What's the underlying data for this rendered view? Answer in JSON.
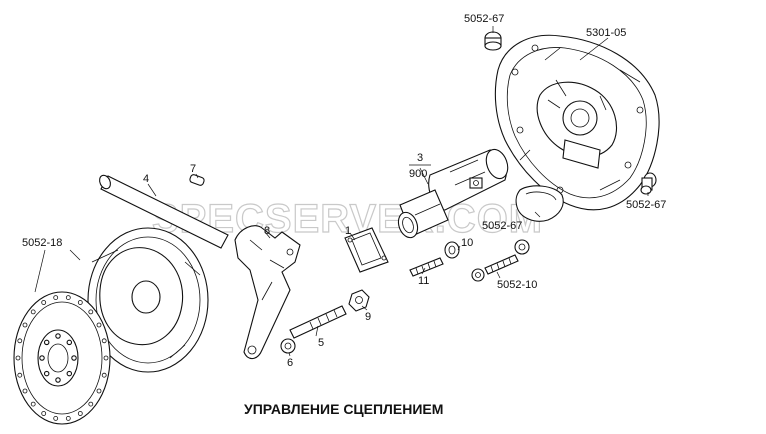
{
  "watermark": "SPECSERVER.COM",
  "caption": "УПРАВЛЕНИЕ СЦЕПЛЕНИЕМ",
  "labels": {
    "clutter_5052_67_top": "5052-67",
    "housing": "5301-05",
    "cap_right": "5052-67",
    "cap_mid": "5052-67",
    "disc": "5052-18",
    "cylinder_num": "3",
    "cylinder_den": "900",
    "rod": "4",
    "pin": "7",
    "fork": "8",
    "gasket": "1",
    "ring10": "10",
    "stud11": "11",
    "stud": "5052-10",
    "bolt5": "5",
    "nut6": "6",
    "nut9": "9"
  }
}
